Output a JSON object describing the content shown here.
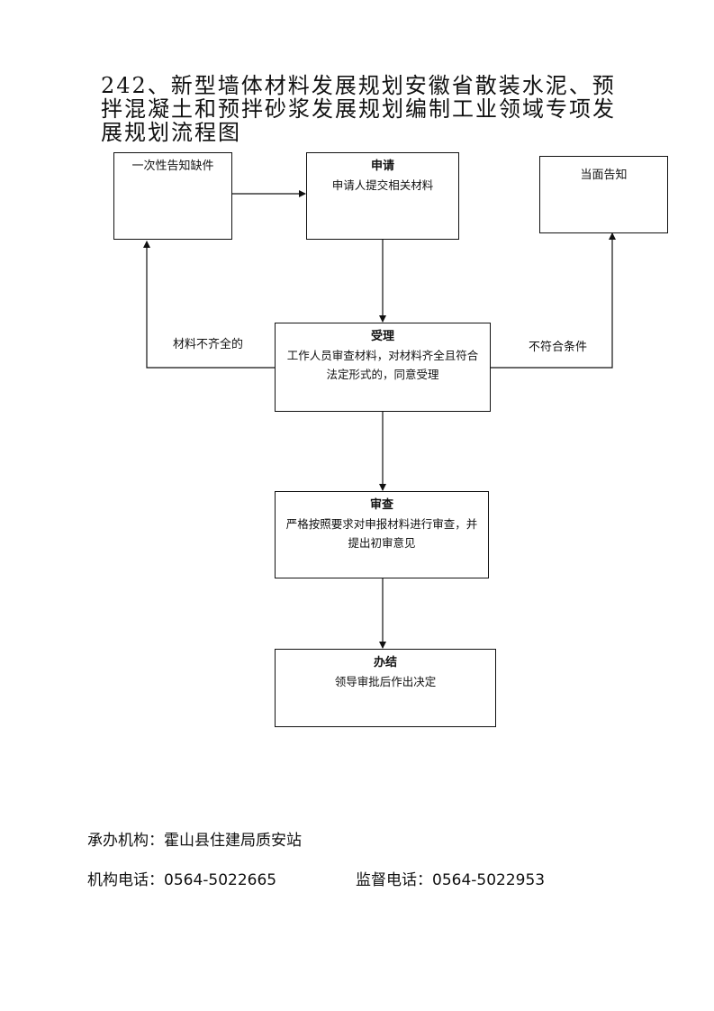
{
  "title": "242、新型墙体材料发展规划安徽省散装水泥、预拌混凝土和预拌砂浆发展规划编制工业领域专项发展规划流程图",
  "nodes": {
    "notify_missing": {
      "text": "一次性告知缺件"
    },
    "apply": {
      "title": "申请",
      "body": "申请人提交相关材料"
    },
    "inform": {
      "text": "当面告知"
    },
    "accept": {
      "title": "受理",
      "body": "工作人员审查材料，对材料齐全且符合法定形式的，同意受理"
    },
    "review": {
      "title": "审查",
      "body": "严格按照要求对申报材料进行审查，并提出初审意见"
    },
    "complete": {
      "title": "办结",
      "body": "领导审批后作出决定"
    }
  },
  "edge_labels": {
    "incomplete": "材料不齐全的",
    "not_qualified": "不符合条件"
  },
  "footer": {
    "org_label": "承办机构：",
    "org_value": "霍山县住建局质安站",
    "phone_label": "机构电话：",
    "phone_value": "0564-5022665",
    "supervise_label": "监督电话：",
    "supervise_value": "0564-5022953"
  }
}
